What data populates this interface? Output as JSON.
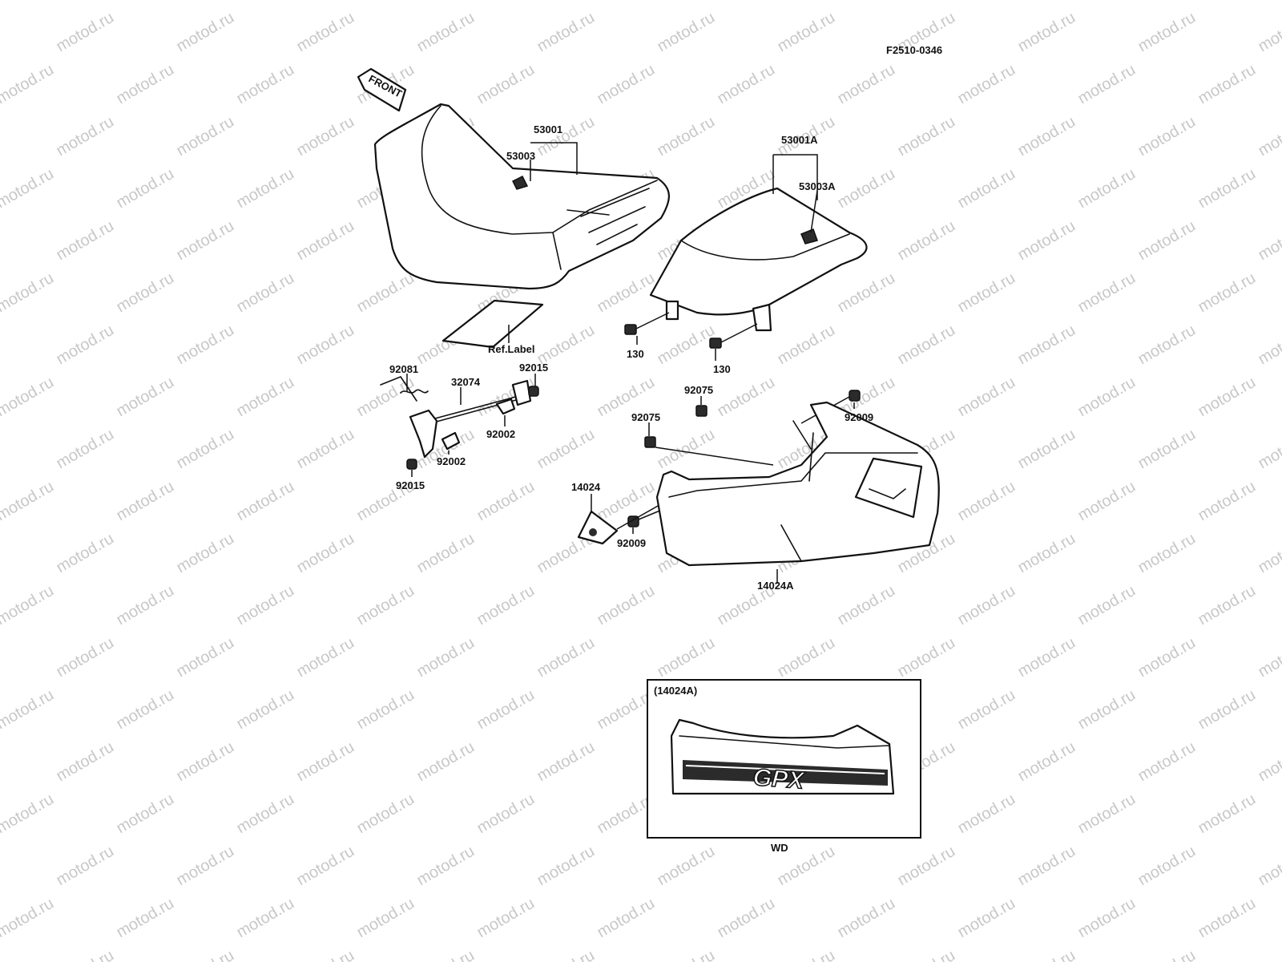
{
  "drawing_code": "F2510-0346",
  "front_arrow_label": "FRONT",
  "watermark_text": "motod.ru",
  "part_labels": {
    "p53001": "53001",
    "p53003": "53003",
    "p53001A": "53001A",
    "p53003A": "53003A",
    "ref_label": "Ref.Label",
    "p130_a": "130",
    "p130_b": "130",
    "p92081": "92081",
    "p32074": "32074",
    "p92015_a": "92015",
    "p92015_b": "92015",
    "p92002_a": "92002",
    "p92002_b": "92002",
    "p92075_a": "92075",
    "p92075_b": "92075",
    "p92009_a": "92009",
    "p92009_b": "92009",
    "p14024": "14024",
    "p14024A": "14024A"
  },
  "inset": {
    "title": "(14024A)",
    "logo_text": "GPX",
    "caption": "WD"
  }
}
